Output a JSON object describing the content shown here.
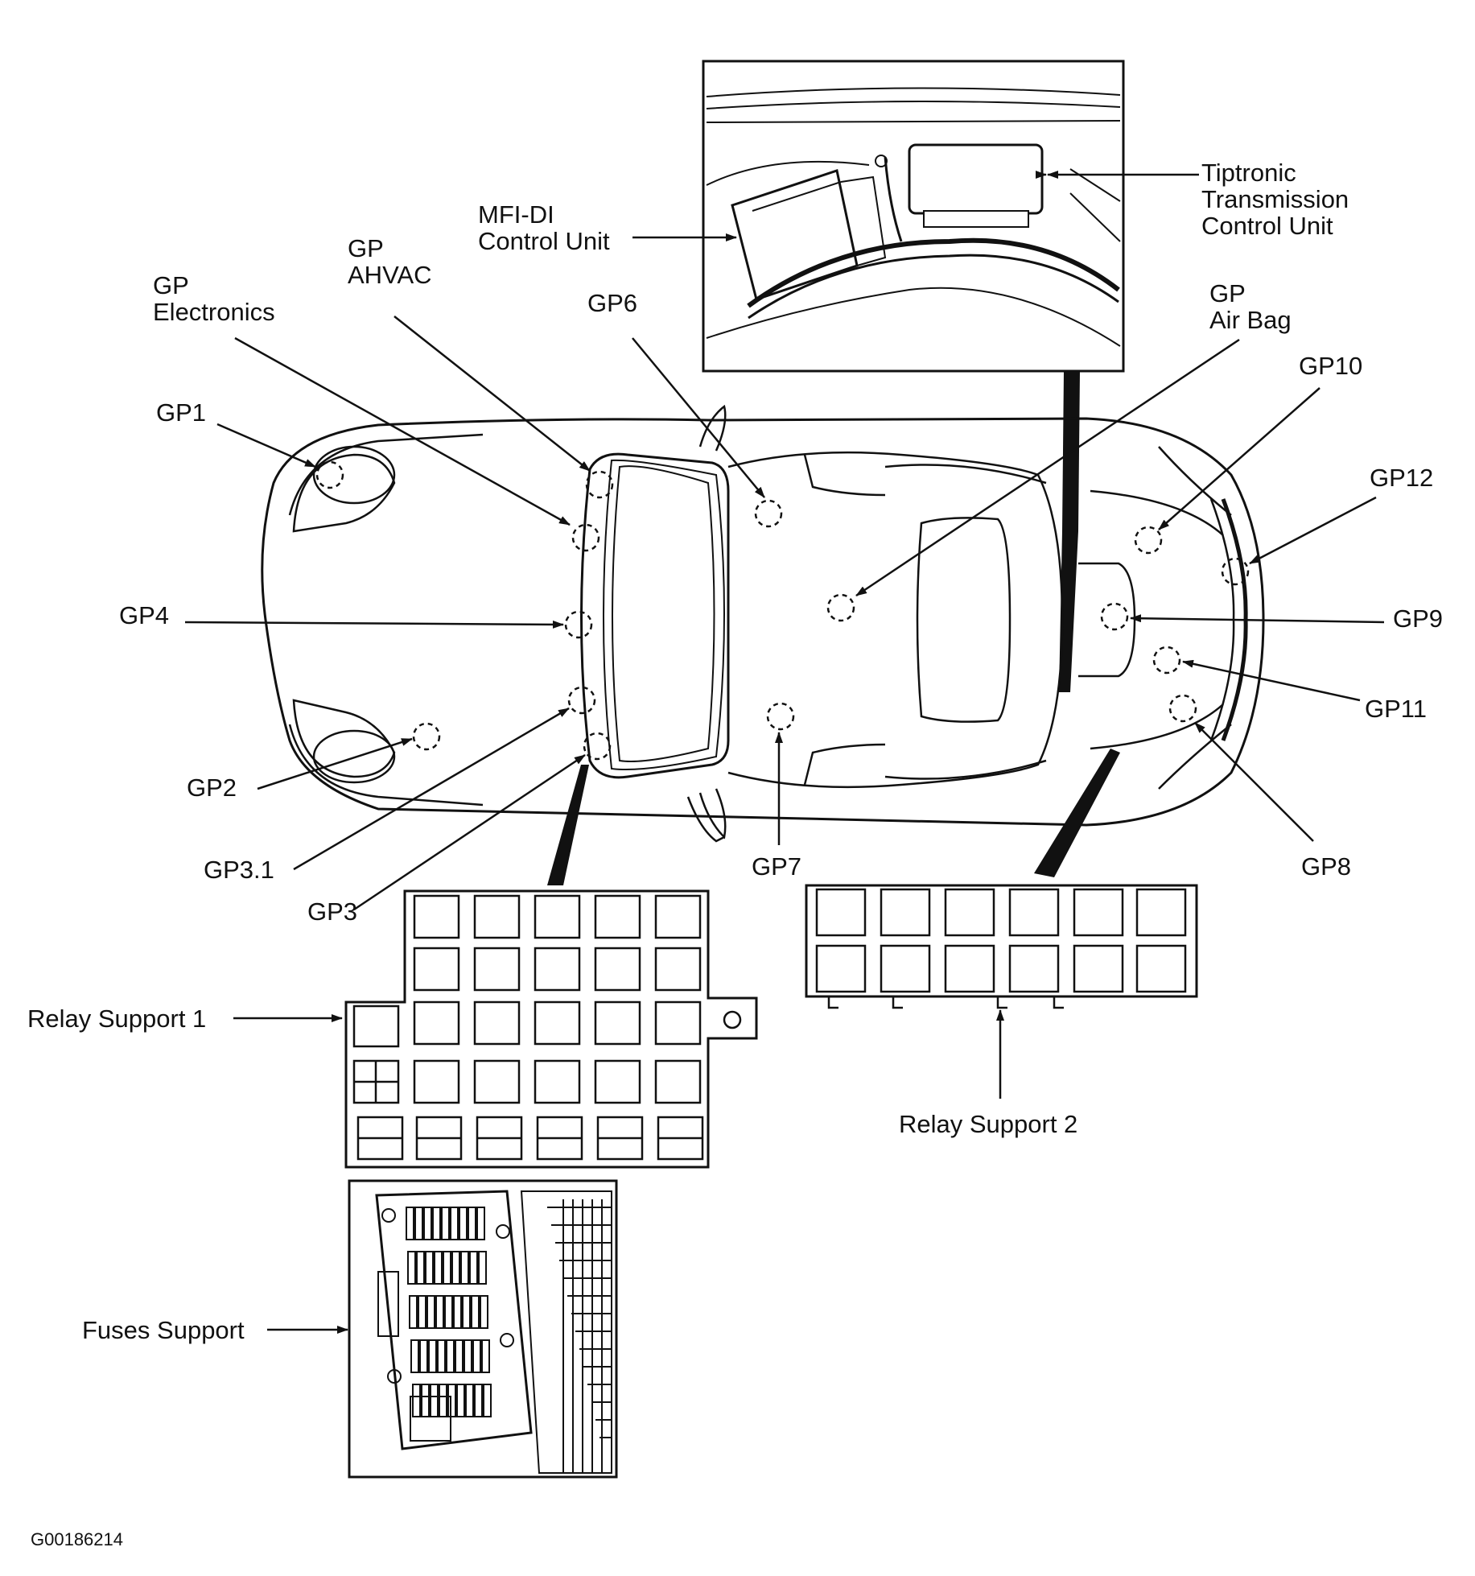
{
  "figure_id": "G00186214",
  "callouts": {
    "tiptronic": [
      "Tiptronic",
      "Transmission",
      "Control Unit"
    ],
    "mfi": [
      "MFI-DI",
      "Control Unit"
    ],
    "gp_ahvac": [
      "GP",
      "AHVAC"
    ],
    "gp_electronics": [
      "GP",
      "Electronics"
    ],
    "gp_airbag": [
      "GP",
      "Air Bag"
    ],
    "gp1": "GP1",
    "gp2": "GP2",
    "gp3": "GP3",
    "gp3_1": "GP3.1",
    "gp4": "GP4",
    "gp6": "GP6",
    "gp7": "GP7",
    "gp8": "GP8",
    "gp9": "GP9",
    "gp10": "GP10",
    "gp11": "GP11",
    "gp12": "GP12",
    "relay_support_1": "Relay Support 1",
    "relay_support_2": "Relay Support 2",
    "fuses_support": "Fuses Support"
  }
}
